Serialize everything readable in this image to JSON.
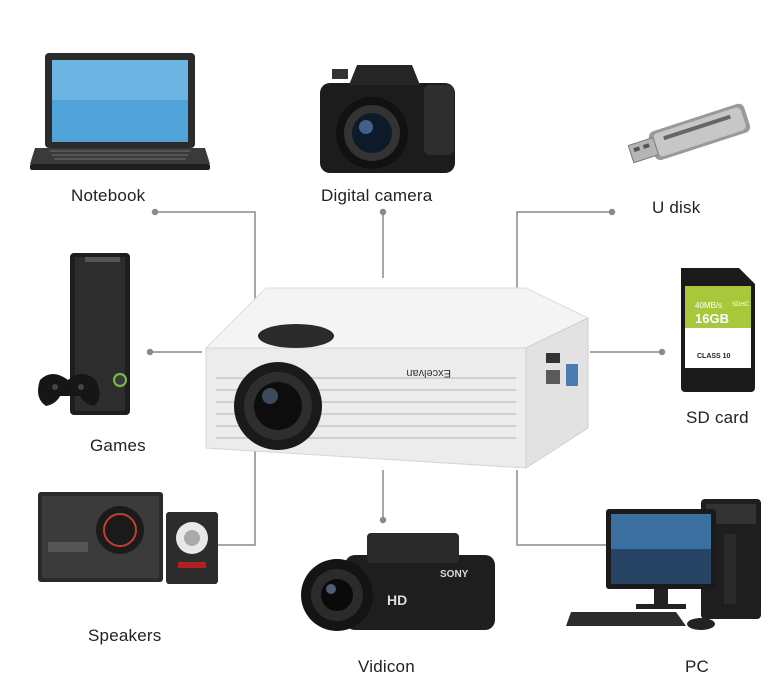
{
  "center_device": {
    "brand_text": "Excelvan"
  },
  "devices": [
    {
      "id": "notebook",
      "label": "Notebook",
      "icon": "laptop-icon"
    },
    {
      "id": "digital-camera",
      "label": "Digital camera",
      "icon": "dslr-camera-icon"
    },
    {
      "id": "u-disk",
      "label": "U disk",
      "icon": "usb-drive-icon"
    },
    {
      "id": "games",
      "label": "Games",
      "icon": "game-console-icon"
    },
    {
      "id": "sd-card",
      "label": "SD card",
      "icon": "sd-card-icon"
    },
    {
      "id": "speakers",
      "label": "Speakers",
      "icon": "speakers-icon"
    },
    {
      "id": "vidicon",
      "label": "Vidicon",
      "icon": "camcorder-icon"
    },
    {
      "id": "pc",
      "label": "PC",
      "icon": "desktop-pc-icon"
    }
  ],
  "sd_card": {
    "speed": "40MB/s",
    "capacity": "16GB",
    "type": "SDHC",
    "class": "CLASS 10"
  },
  "camcorder": {
    "badge": "HD",
    "brand": "SONY"
  },
  "colors": {
    "connector": "#8a8a8a",
    "label": "#222222",
    "projector_body": "#f4f4f4",
    "sd_accent": "#a7c83a"
  }
}
